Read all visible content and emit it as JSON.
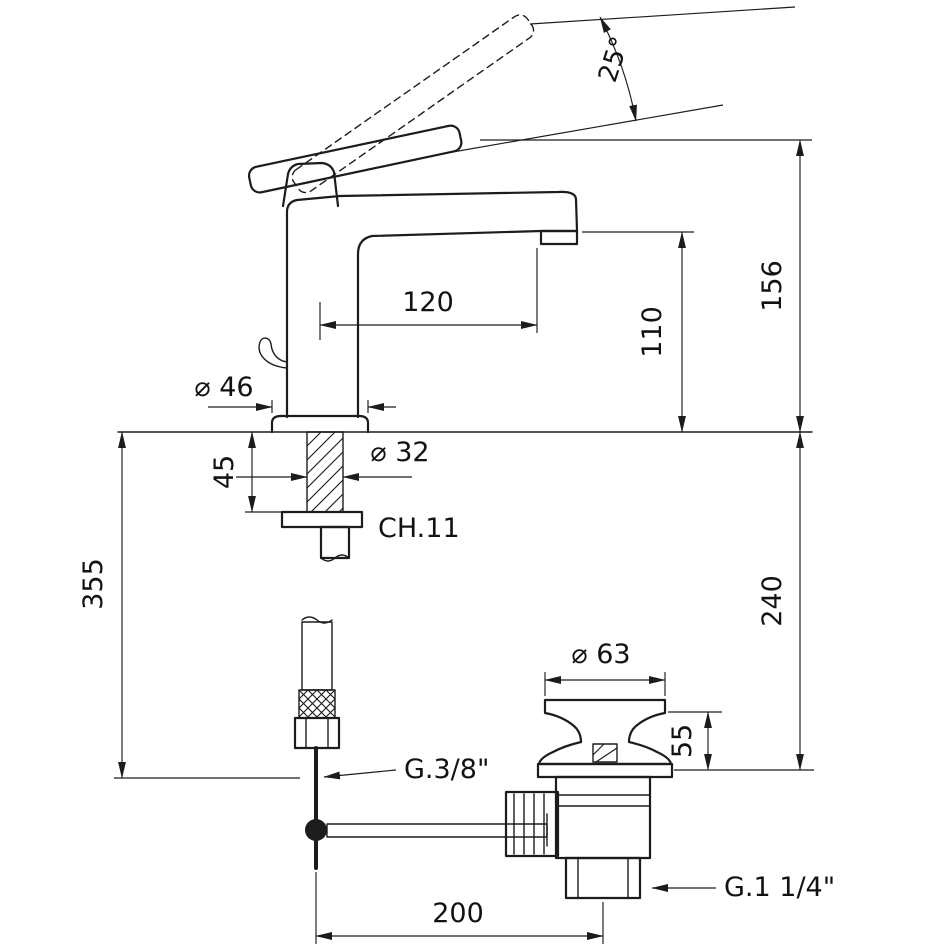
{
  "labels": {
    "angle": "25°",
    "reach": "120",
    "spout_height": "110",
    "height": "156",
    "base_dia": "⌀ 46",
    "shank_len": "45",
    "shank_dia": "⌀ 32",
    "hex": "CH.11",
    "hose_len": "355",
    "below_deck": "240",
    "waste_dia": "⌀ 63",
    "waste_h": "55",
    "supply_thread": "G.3/8\"",
    "waste_thread": "G.1 1/4\"",
    "span": "200"
  }
}
